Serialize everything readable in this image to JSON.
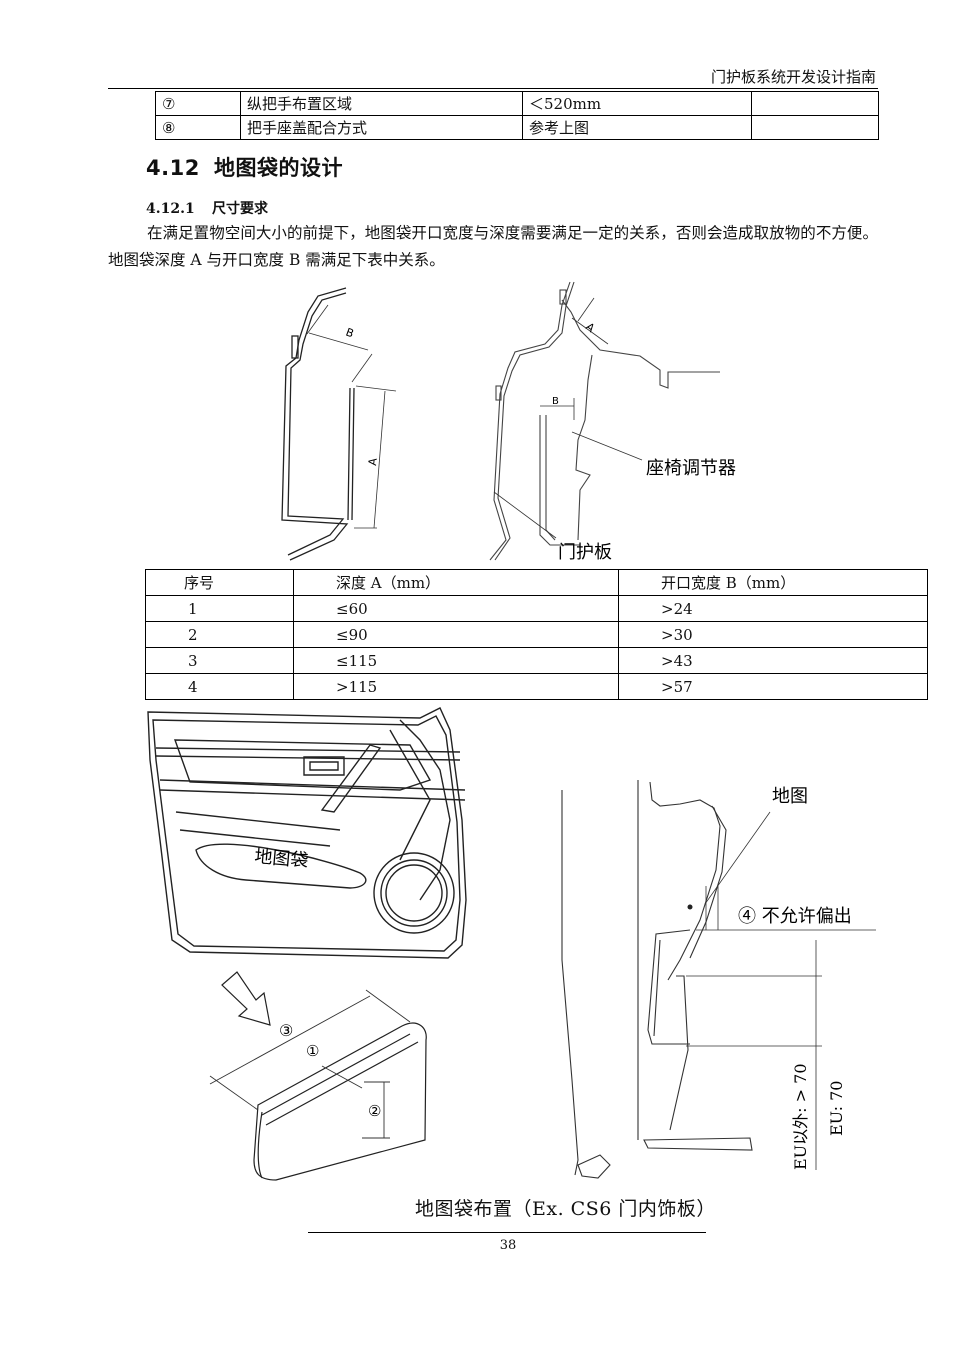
{
  "header": {
    "title": "门护板系统开发设计指南"
  },
  "top_table": {
    "rows": [
      {
        "no": "⑦",
        "item": "纵把手布置区域",
        "value": "＜520mm",
        "note": ""
      },
      {
        "no": "⑧",
        "item": "把手座盖配合方式",
        "value": "参考上图",
        "note": ""
      }
    ]
  },
  "section": {
    "number": "4.12",
    "title": "地图袋的设计"
  },
  "subsection": {
    "number": "4.12.1",
    "title": "尺寸要求"
  },
  "paragraph": "在满足置物空间大小的前提下，地图袋开口宽度与深度需要满足一定的关系，否则会造成取放物的不方便。地图袋深度 A 与开口宽度 B 需满足下表中关系。",
  "figure1": {
    "label_a": "A",
    "label_b": "B",
    "seat_adjuster": "座椅调节器",
    "door_panel": "门护板"
  },
  "depth_table": {
    "headers": [
      "序号",
      "深度 A（mm）",
      "开口宽度 B（mm）"
    ],
    "rows": [
      [
        "1",
        "≤60",
        ">24"
      ],
      [
        "2",
        "≤90",
        ">30"
      ],
      [
        "3",
        "≤115",
        ">43"
      ],
      [
        "4",
        ">115",
        ">57"
      ]
    ]
  },
  "figure2": {
    "map_pocket": "地图袋",
    "map": "地图",
    "no_protrude": "④ 不允许偏出",
    "eu_outside": "EU以外: > 70",
    "eu": "EU: 70",
    "circle1": "①",
    "circle2": "②",
    "circle3": "③"
  },
  "caption": "地图袋布置（Ex. CS6 门内饰板）",
  "page_number": "38"
}
